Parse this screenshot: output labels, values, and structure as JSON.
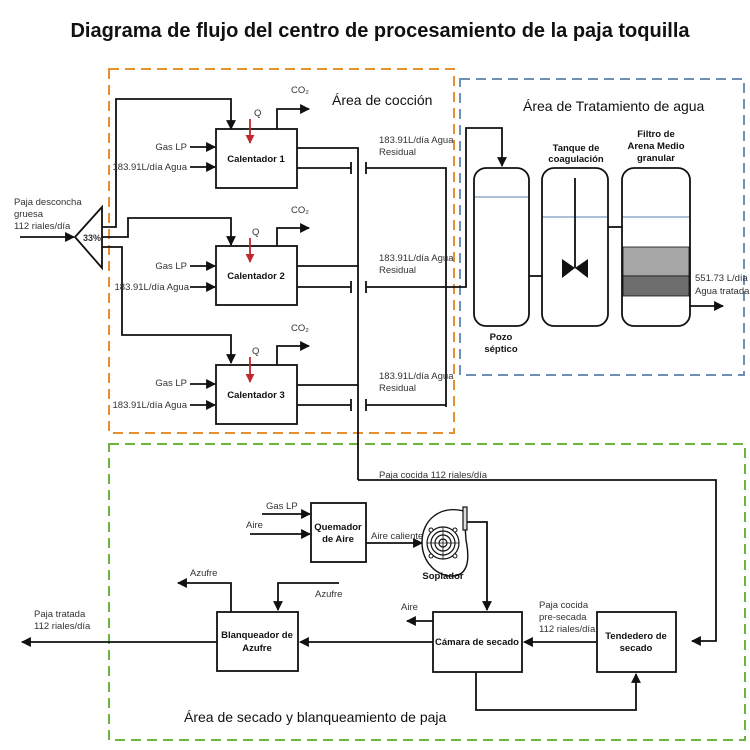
{
  "title": "Diagrama de flujo del centro de procesamiento de la paja  toquilla",
  "areas": {
    "coccion": {
      "label": "Área de cocción",
      "color": "#e8902f"
    },
    "tratamiento": {
      "label": "Área de Tratamiento de agua",
      "color": "#6f8fb4"
    },
    "secado": {
      "label": "Área de secado y blanqueamiento de paja",
      "color": "#6db33f"
    }
  },
  "inputs": {
    "paja_entrada": [
      "Paja desconcha",
      "gruesa",
      "112 riales/día"
    ],
    "splitter": "33%"
  },
  "heaters": [
    {
      "label": "Calentador 1",
      "gas": "Gas LP",
      "agua": "183.91L/día Agua",
      "q": "Q",
      "co2": "CO₂",
      "residual": [
        "183.91L/día Agua",
        "Residual"
      ]
    },
    {
      "label": "Calentador 2",
      "gas": "Gas LP",
      "agua": "183.91L/día Agua",
      "q": "Q",
      "co2": "CO₂",
      "residual": [
        "183.91L/día Agua",
        "Residual"
      ]
    },
    {
      "label": "Calentador 3",
      "gas": "Gas LP",
      "agua": "183.91L/día Agua",
      "q": "Q",
      "co2": "CO₂",
      "residual": [
        "183.91L/día Agua",
        "Residual"
      ]
    }
  ],
  "treatment": {
    "pozo": [
      "Pozo",
      "séptico"
    ],
    "tanque": [
      "Tanque de",
      "coagulación"
    ],
    "filtro": [
      "Filtro de",
      "Arena Medio",
      "granular"
    ],
    "salida": [
      "551.73 L/día",
      "Agua tratada"
    ],
    "colors": {
      "water_line": "#7a9cc0",
      "sand_light": "#a6a6a6",
      "sand_dark": "#6e6e6e"
    }
  },
  "drying": {
    "paja_cocida": "Paja cocida 112 riales/día",
    "quemador": [
      "Quemador",
      "de Aire"
    ],
    "quemador_gas": "Gas LP",
    "quemador_aire": "Aire",
    "aire_caliente": "Aire caliente",
    "soplador": "Soplador",
    "camara": "Cámara de secado",
    "camara_aire": "Aire",
    "tendedero": [
      "Tendedero de",
      "secado"
    ],
    "pre_secada": [
      "Paja cocida",
      "pre-secada",
      "112 riales/día"
    ],
    "blanqueador": [
      "Blanqueador de",
      "Azufre"
    ],
    "azufre_out": "Azufre",
    "azufre_in": "Azufre",
    "salida": [
      "Paja tratada",
      "112 riales/día"
    ]
  },
  "colors": {
    "q_arrow": "#c0282d"
  }
}
